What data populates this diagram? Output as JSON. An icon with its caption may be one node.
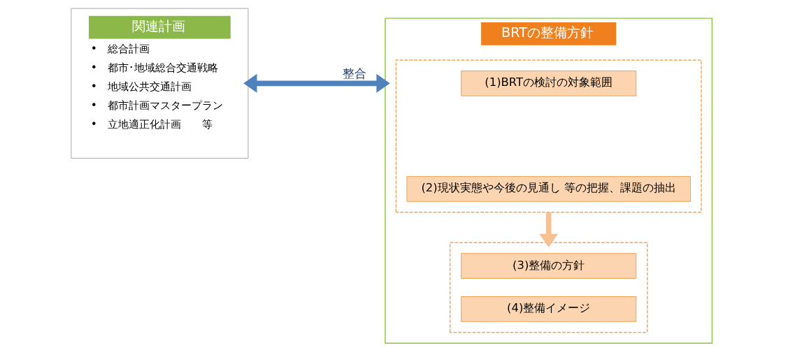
{
  "diagram": {
    "nodes": [
      {
        "text": [
          "関連計画",
          "•　総合計画",
          "•　都市･地域総合交通戦略",
          "•　地域公共交通計画",
          "•　都市計画マスタープラン",
          "•　立地適正化計画　　等"
        ]
      },
      {
        "text": [
          "BRTの整備方針"
        ]
      },
      {
        "text": [],
        "shape": "box",
        "in": 1
      },
      {
        "text": [
          "(1)BRTの検討の対象範囲"
        ],
        "in": 2
      },
      {
        "text": [
          "(2)現状実態や今後の見通し 等の把握、課題の抽出"
        ],
        "in": 2
      },
      {
        "text": [],
        "shape": "box",
        "in": 1
      },
      {
        "text": [
          "(3)整備の方針"
        ],
        "in": 5
      },
      {
        "text": [
          "(4)整備イメージ"
        ],
        "in": 5
      }
    ],
    "edges": [
      {
        "from": 0,
        "to": 1,
        "arrow": "both",
        "label": "整合",
        "color": "#4f81bd"
      },
      {
        "from": 2,
        "to": 5,
        "arrow": "to",
        "color": "#f9c090"
      }
    ]
  }
}
